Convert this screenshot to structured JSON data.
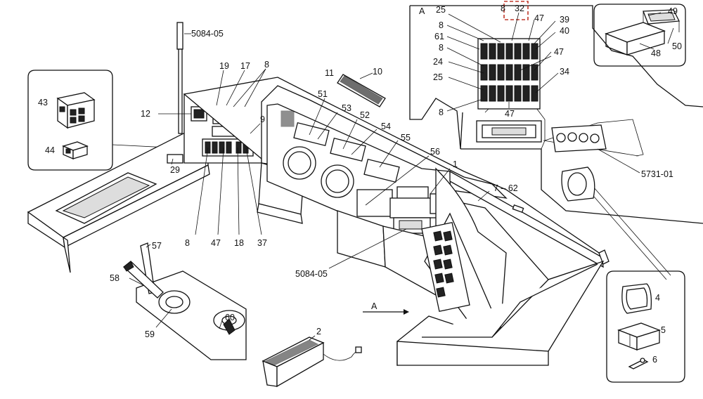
{
  "diagram": {
    "labels": [
      {
        "id": "l_5084_top",
        "text": "5084-05"
      },
      {
        "id": "l_19",
        "text": "19"
      },
      {
        "id": "l_17",
        "text": "17"
      },
      {
        "id": "l_8a",
        "text": "8"
      },
      {
        "id": "l_11",
        "text": "11"
      },
      {
        "id": "l_10",
        "text": "10"
      },
      {
        "id": "l_43",
        "text": "43"
      },
      {
        "id": "l_44",
        "text": "44"
      },
      {
        "id": "l_12",
        "text": "12"
      },
      {
        "id": "l_9",
        "text": "9"
      },
      {
        "id": "l_51",
        "text": "51"
      },
      {
        "id": "l_53",
        "text": "53"
      },
      {
        "id": "l_52",
        "text": "52"
      },
      {
        "id": "l_54",
        "text": "54"
      },
      {
        "id": "l_55",
        "text": "55"
      },
      {
        "id": "l_56",
        "text": "56"
      },
      {
        "id": "l_1",
        "text": "1"
      },
      {
        "id": "l_29",
        "text": "29"
      },
      {
        "id": "l_8b",
        "text": "8"
      },
      {
        "id": "l_47b",
        "text": "47"
      },
      {
        "id": "l_18",
        "text": "18"
      },
      {
        "id": "l_37",
        "text": "37"
      },
      {
        "id": "l_7_62",
        "text": "7 – 62"
      },
      {
        "id": "l_5084_mid",
        "text": "5084-05"
      },
      {
        "id": "l_57",
        "text": "57"
      },
      {
        "id": "l_58",
        "text": "58"
      },
      {
        "id": "l_59",
        "text": "59"
      },
      {
        "id": "l_60",
        "text": "60"
      },
      {
        "id": "l_A_arrow",
        "text": "A"
      },
      {
        "id": "l_2",
        "text": "2"
      },
      {
        "id": "l_A_view",
        "text": "A"
      },
      {
        "id": "l_25a",
        "text": "25"
      },
      {
        "id": "l_8c",
        "text": "8"
      },
      {
        "id": "l_32",
        "text": "32"
      },
      {
        "id": "l_47a",
        "text": "47"
      },
      {
        "id": "l_39",
        "text": "39"
      },
      {
        "id": "l_8d",
        "text": "8"
      },
      {
        "id": "l_40",
        "text": "40"
      },
      {
        "id": "l_61",
        "text": "61"
      },
      {
        "id": "l_8e",
        "text": "8"
      },
      {
        "id": "l_47c",
        "text": "47"
      },
      {
        "id": "l_24",
        "text": "24"
      },
      {
        "id": "l_34",
        "text": "34"
      },
      {
        "id": "l_25b",
        "text": "25"
      },
      {
        "id": "l_8f",
        "text": "8"
      },
      {
        "id": "l_47d",
        "text": "47"
      },
      {
        "id": "l_49",
        "text": "49"
      },
      {
        "id": "l_48",
        "text": "48"
      },
      {
        "id": "l_50",
        "text": "50"
      },
      {
        "id": "l_5731",
        "text": "5731-01"
      },
      {
        "id": "l_4",
        "text": "4"
      },
      {
        "id": "l_5",
        "text": "5"
      },
      {
        "id": "l_6",
        "text": "6"
      }
    ]
  }
}
